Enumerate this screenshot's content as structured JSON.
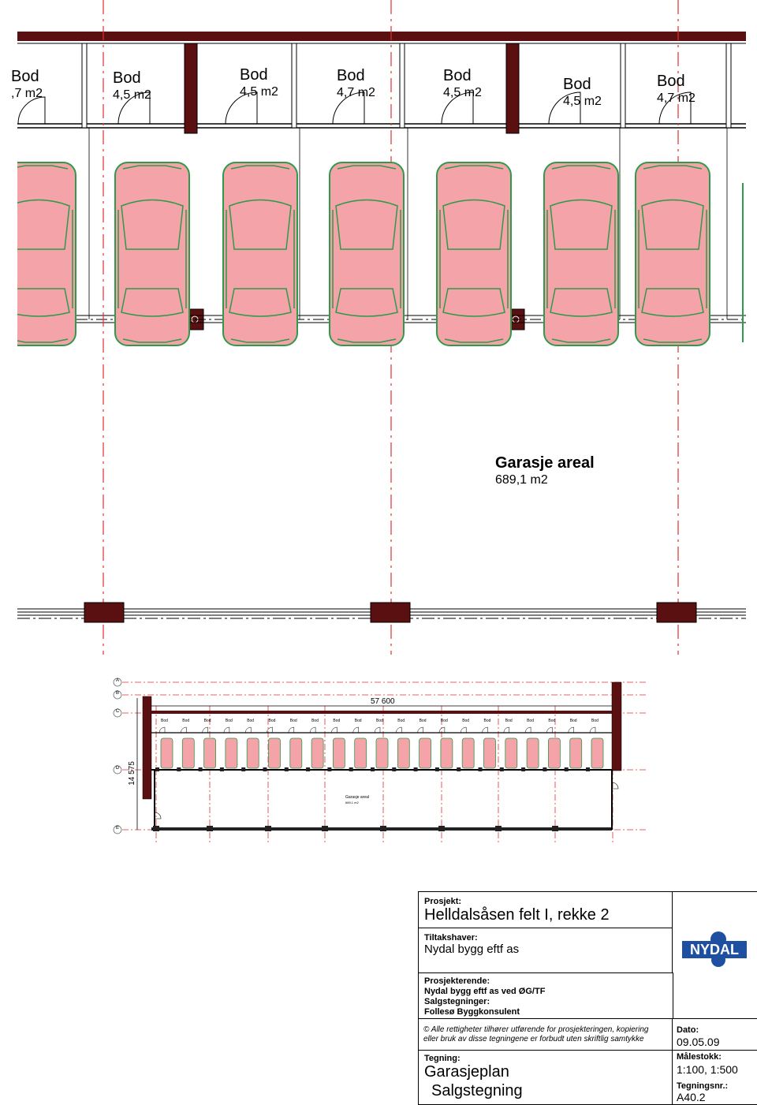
{
  "detail": {
    "storages": [
      {
        "label": "Bod",
        "area": ",7 m2"
      },
      {
        "label": "Bod",
        "area": "4,5 m2"
      },
      {
        "label": "Bod",
        "area": "4,5 m2"
      },
      {
        "label": "Bod",
        "area": "4,7 m2"
      },
      {
        "label": "Bod",
        "area": "4,5 m2"
      },
      {
        "label": "Bod",
        "area": "4,5 m2"
      },
      {
        "label": "Bod",
        "area": "4,7 m2"
      }
    ],
    "garage_title": "Garasje areal",
    "garage_area": "689,1 m2"
  },
  "overview": {
    "axis_labels": [
      "A",
      "B",
      "C",
      "D",
      "E"
    ],
    "width_dim": "57 600",
    "depth_dim": "14 575",
    "storage_label": "Bod",
    "garage_title": "Garasje areal",
    "garage_area": "689,1 m2"
  },
  "titleblock": {
    "prosjekt_label": "Prosjekt:",
    "prosjekt": "Helldalsåsen felt I, rekke 2",
    "tiltakshaver_label": "Tiltakshaver:",
    "tiltakshaver": "Nydal bygg eftf as",
    "prosjekterende_label": "Prosjekterende:",
    "prosjekterende": "Nydal bygg eftf as ved ØG/TF",
    "salgstegninger_label": "Salgstegninger:",
    "salgstegninger": "Follesø Byggkonsulent",
    "copyright_line1": "Alle rettigheter tilhører utførende for prosjekteringen, kopiering",
    "copyright_line2": "eller bruk av disse tegningene er forbudt uten skriftlig samtykke",
    "tegning_label": "Tegning:",
    "tegning_line1": "Garasjeplan",
    "tegning_line2": "Salgstegning",
    "dato_label": "Dato:",
    "dato": "09.05.09",
    "malestokk_label": "Målestokk:",
    "malestokk": "1:100, 1:500",
    "tegningsnr_label": "Tegningsnr.:",
    "tegningsnr": "A40.2",
    "logo_text": "NYDAL"
  }
}
